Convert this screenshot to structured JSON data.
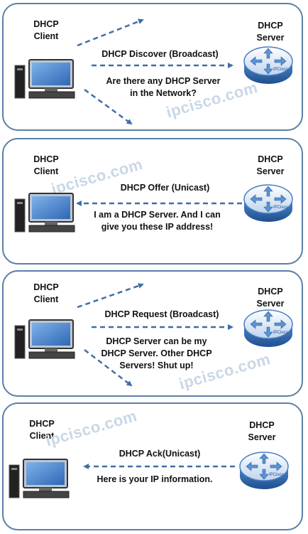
{
  "watermark": "ipcisco.com",
  "router_logo": "IPCisco",
  "colors": {
    "border": "#5b7fa6",
    "arrow": "#3f6fa3",
    "monitor": "#4a7fc9",
    "router": "#3a6fb0"
  },
  "panels": [
    {
      "client_label": "DHCP\nClient",
      "server_label": "DHCP\nServer",
      "message": "DHCP Discover (Broadcast)",
      "caption": "Are there any DHCP Server\nin the Network?",
      "direction": "broadcast"
    },
    {
      "client_label": "DHCP\nClient",
      "server_label": "DHCP\nServer",
      "message": "DHCP Offer (Unicast)",
      "caption": "I am a DHCP Server. And I can\ngive you these IP address!",
      "direction": "to-client"
    },
    {
      "client_label": "DHCP\nClient",
      "server_label": "DHCP\nServer",
      "message": "DHCP Request (Broadcast)",
      "caption": "DHCP Server can be my\nDHCP Server. Other DHCP\nServers! Shut up!",
      "direction": "broadcast"
    },
    {
      "client_label": "DHCP\nClient",
      "server_label": "DHCP\nServer",
      "message": "DHCP Ack(Unicast)",
      "caption": "Here is your IP information.",
      "direction": "to-client"
    }
  ]
}
